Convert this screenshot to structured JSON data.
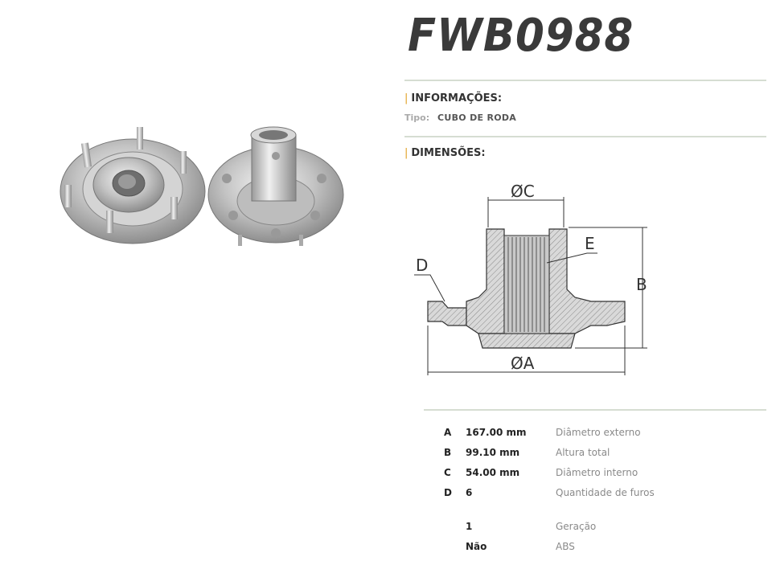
{
  "product_code": "FWB0988",
  "sections": {
    "info_title": "INFORMAÇÕES:",
    "tipo_label": "Tipo:",
    "tipo_value": "CUBO DE RODA",
    "dim_title": "DIMENSÕES:"
  },
  "diagram": {
    "label_c": "ØC",
    "label_a": "ØA",
    "label_b": "B",
    "label_d": "D",
    "label_e": "E"
  },
  "dimensions": [
    {
      "key": "A",
      "value": "167.00 mm",
      "desc": "Diâmetro externo"
    },
    {
      "key": "B",
      "value": "99.10 mm",
      "desc": "Altura total"
    },
    {
      "key": "C",
      "value": "54.00 mm",
      "desc": "Diâmetro interno"
    },
    {
      "key": "D",
      "value": "6",
      "desc": "Quantidade de furos"
    }
  ],
  "extras": [
    {
      "value": "1",
      "desc": "Geração"
    },
    {
      "value": "Não",
      "desc": "ABS"
    }
  ],
  "colors": {
    "accent": "#e0a020",
    "rule": "#d6ddd2",
    "metal": "#b8b8b8"
  }
}
